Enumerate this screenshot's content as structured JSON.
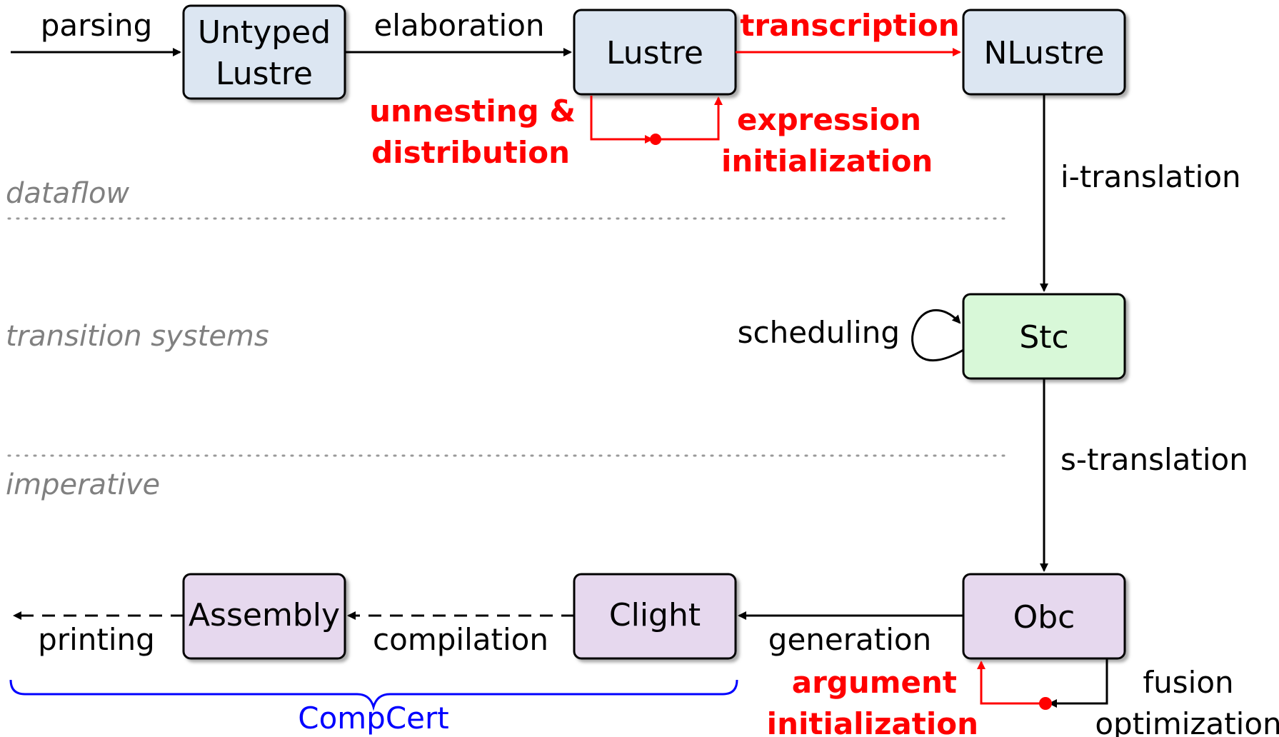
{
  "colors": {
    "dataflow_node": "#dce6f2",
    "stc_node": "#d8f8d8",
    "imperative_node": "#e6d8ee",
    "pass_red": "#ff0000",
    "compcert_blue": "#0000ff",
    "layer_gray": "#808080"
  },
  "nodes": {
    "untyped_lustre": {
      "line1": "Untyped",
      "line2": "Lustre"
    },
    "lustre": "Lustre",
    "nlustre": "NLustre",
    "stc": "Stc",
    "obc": "Obc",
    "clight": "Clight",
    "assembly": "Assembly"
  },
  "edges": {
    "parsing": "parsing",
    "elaboration": "elaboration",
    "transcription": "transcription",
    "unnesting_line1": "unnesting &",
    "unnesting_line2": "distribution",
    "expr_init_line1": "expression",
    "expr_init_line2": "initialization",
    "i_translation": "i-translation",
    "scheduling": "scheduling",
    "s_translation": "s-translation",
    "generation": "generation",
    "arg_init_line1": "argument",
    "arg_init_line2": "initialization",
    "fusion_line1": "fusion",
    "fusion_line2": "optimization",
    "compilation": "compilation",
    "printing": "printing"
  },
  "layers": {
    "dataflow": "dataflow",
    "transition_systems": "transition systems",
    "imperative": "imperative"
  },
  "compcert": "CompCert"
}
